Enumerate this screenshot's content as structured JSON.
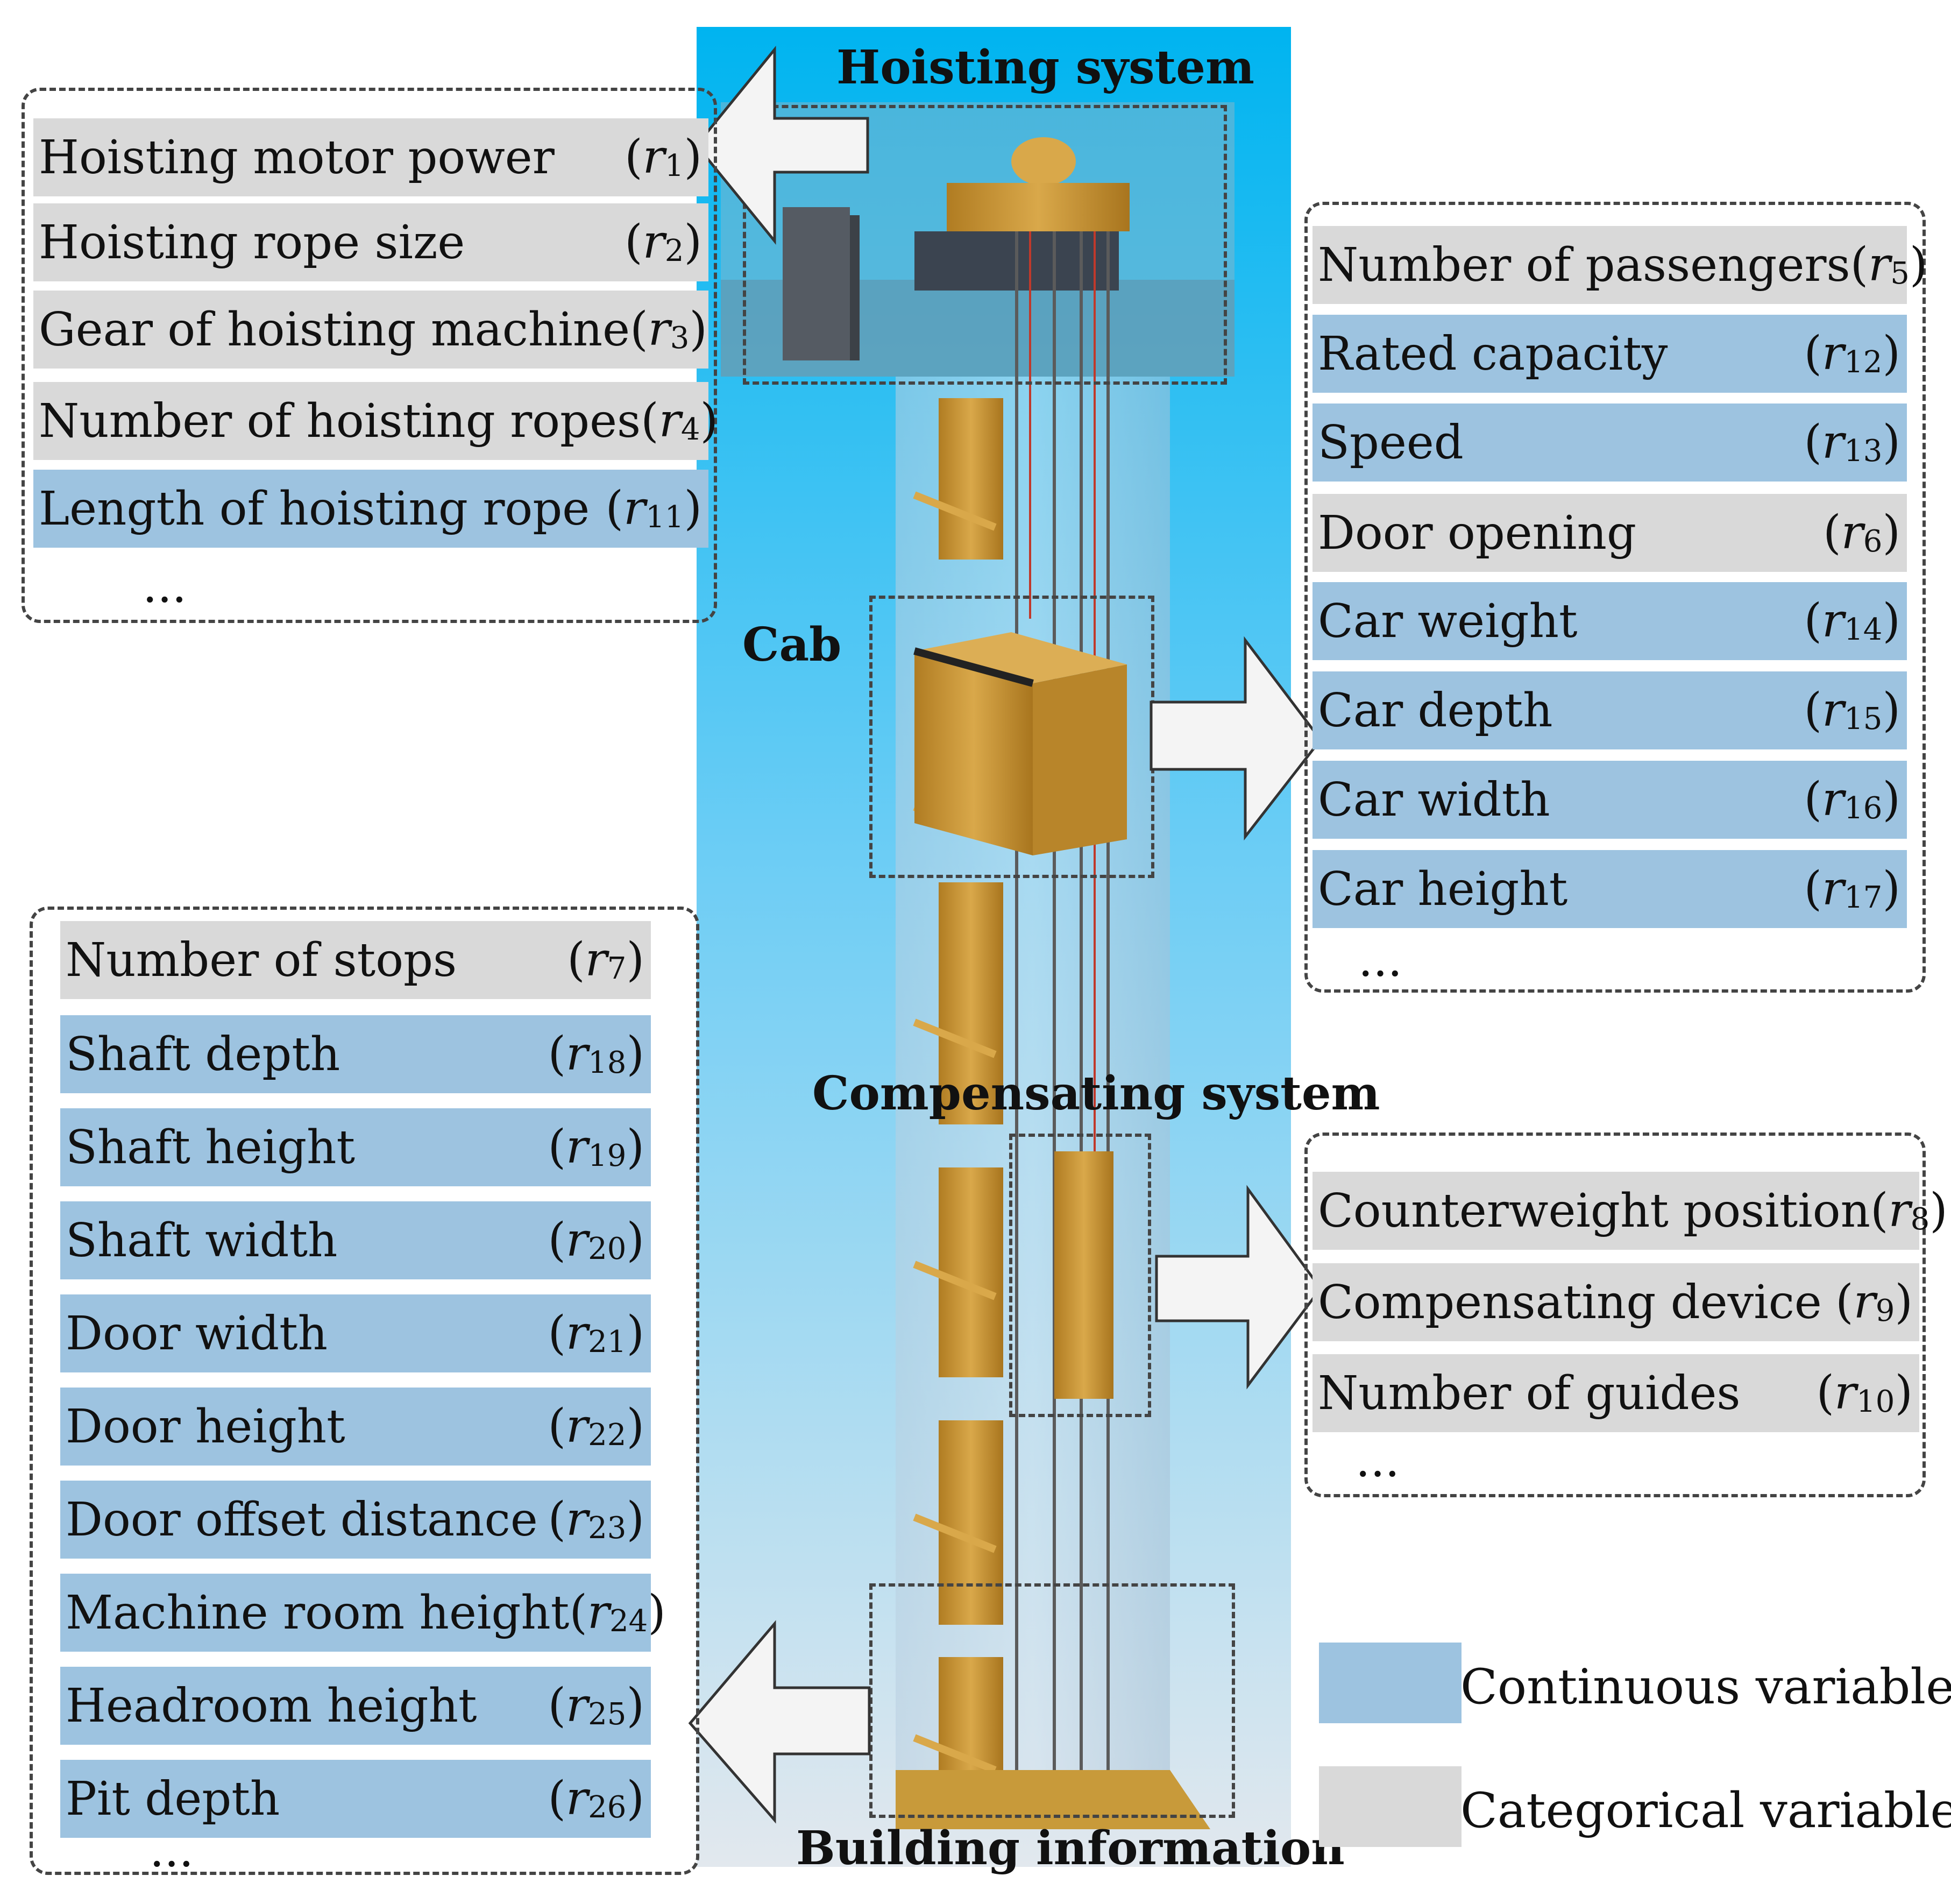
{
  "sections": {
    "hoisting": "Hoisting system",
    "cab": "Cab",
    "compensating": "Compensating system",
    "building": "Building information"
  },
  "groups": {
    "hoisting": {
      "items": [
        {
          "label": "Hoisting motor power",
          "sym": "r",
          "sub": "1",
          "kind": "categorical"
        },
        {
          "label": "Hoisting rope size",
          "sym": "r",
          "sub": "2",
          "kind": "categorical"
        },
        {
          "label": "Gear of hoisting machine",
          "sym": "r",
          "sub": "3",
          "kind": "categorical"
        },
        {
          "label": "Number of hoisting ropes",
          "sym": "r",
          "sub": "4",
          "kind": "categorical"
        },
        {
          "label": "Length of hoisting rope",
          "sym": "r",
          "sub": "11",
          "kind": "continuous"
        }
      ],
      "more": "..."
    },
    "cab": {
      "items": [
        {
          "label": "Number of passengers",
          "sym": "r",
          "sub": "5",
          "kind": "categorical"
        },
        {
          "label": "Rated capacity",
          "sym": "r",
          "sub": "12",
          "kind": "continuous"
        },
        {
          "label": "Speed",
          "sym": "r",
          "sub": "13",
          "kind": "continuous"
        },
        {
          "label": "Door opening",
          "sym": "r",
          "sub": "6",
          "kind": "categorical"
        },
        {
          "label": "Car weight",
          "sym": "r",
          "sub": "14",
          "kind": "continuous"
        },
        {
          "label": "Car depth",
          "sym": "r",
          "sub": "15",
          "kind": "continuous"
        },
        {
          "label": "Car width",
          "sym": "r",
          "sub": "16",
          "kind": "continuous"
        },
        {
          "label": "Car height",
          "sym": "r",
          "sub": "17",
          "kind": "continuous"
        }
      ],
      "more": "..."
    },
    "compensating": {
      "items": [
        {
          "label": "Counterweight position",
          "sym": "r",
          "sub": "8",
          "kind": "categorical"
        },
        {
          "label": "Compensating device",
          "sym": "r",
          "sub": "9",
          "kind": "categorical"
        },
        {
          "label": "Number of guides",
          "sym": "r",
          "sub": "10",
          "kind": "categorical"
        }
      ],
      "more": "..."
    },
    "building": {
      "items": [
        {
          "label": "Number of stops",
          "sym": "r",
          "sub": "7",
          "kind": "categorical"
        },
        {
          "label": "Shaft depth",
          "sym": "r",
          "sub": "18",
          "kind": "continuous"
        },
        {
          "label": "Shaft height",
          "sym": "r",
          "sub": "19",
          "kind": "continuous"
        },
        {
          "label": "Shaft width",
          "sym": "r",
          "sub": "20",
          "kind": "continuous"
        },
        {
          "label": "Door width",
          "sym": "r",
          "sub": "21",
          "kind": "continuous"
        },
        {
          "label": "Door height",
          "sym": "r",
          "sub": "22",
          "kind": "continuous"
        },
        {
          "label": "Door offset distance",
          "sym": "r",
          "sub": "23",
          "kind": "continuous"
        },
        {
          "label": "Machine room height",
          "sym": "r",
          "sub": "24",
          "kind": "continuous"
        },
        {
          "label": "Headroom height",
          "sym": "r",
          "sub": "25",
          "kind": "continuous"
        },
        {
          "label": "Pit depth",
          "sym": "r",
          "sub": "26",
          "kind": "continuous"
        }
      ],
      "more": "..."
    }
  },
  "legend": {
    "continuous": "Continuous variable",
    "categorical": "Categorical variable"
  },
  "colors": {
    "continuous": "#9dc3e0",
    "categorical": "#d9d9d9",
    "shaft_top": "#00b4f0",
    "shaft_bottom": "#dfe6ec",
    "gold": "#c89a3a"
  }
}
